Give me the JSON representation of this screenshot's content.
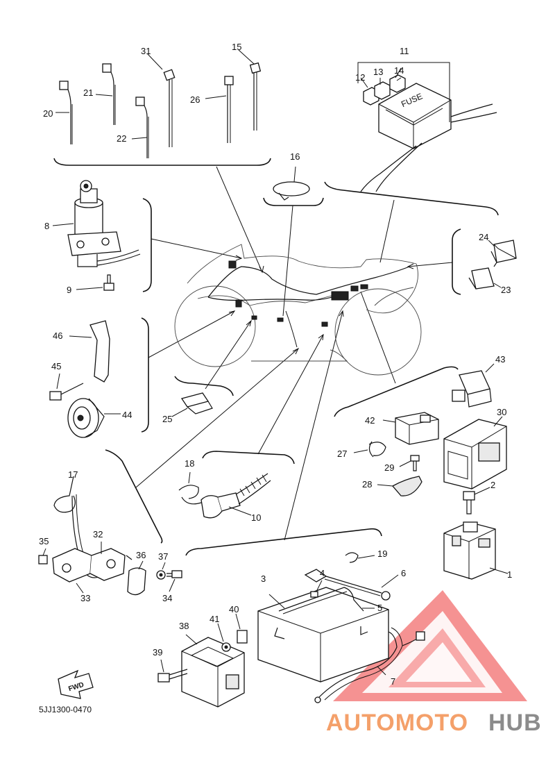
{
  "diagram": {
    "code": "5JJ1300-0470",
    "fwd_label": "FWD",
    "fuse_label": "FUSE",
    "callouts": [
      "1",
      "2",
      "3",
      "4",
      "5",
      "6",
      "7",
      "8",
      "9",
      "10",
      "11",
      "12",
      "13",
      "14",
      "15",
      "16",
      "17",
      "18",
      "19",
      "20",
      "21",
      "22",
      "23",
      "24",
      "25",
      "26",
      "27",
      "28",
      "29",
      "30",
      "31",
      "32",
      "33",
      "34",
      "35",
      "36",
      "37",
      "38",
      "39",
      "40",
      "41",
      "42",
      "43",
      "44",
      "45",
      "46"
    ]
  },
  "watermark": {
    "part1": "AUTOMOTO",
    "part2": "HUB",
    "color1": "#f4a06a",
    "color2": "#8c8c8c",
    "logo_color": "#f26d6d"
  }
}
